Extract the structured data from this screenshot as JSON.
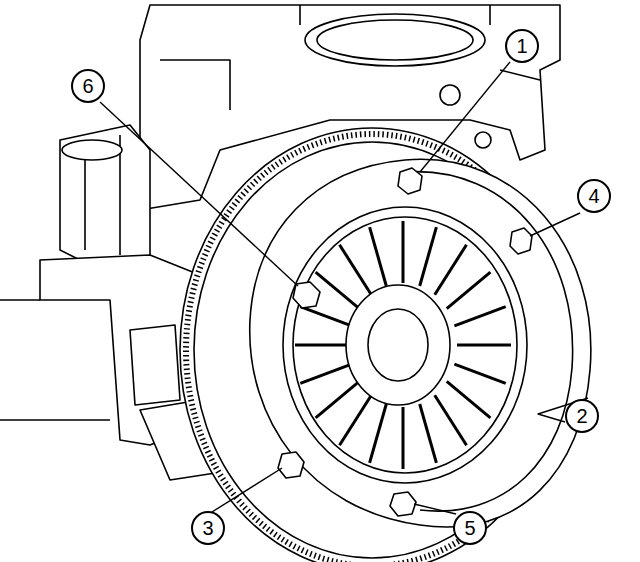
{
  "diagram": {
    "labels": [
      "1",
      "6",
      "4",
      "2",
      "3",
      "5"
    ]
  }
}
